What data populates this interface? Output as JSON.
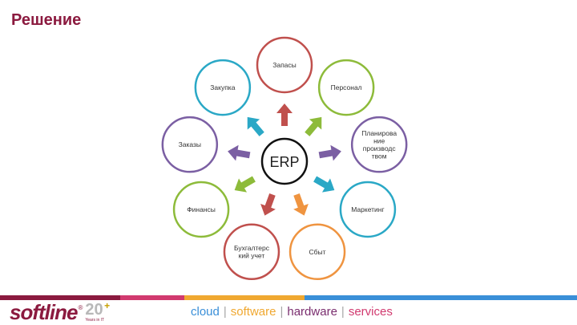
{
  "title": "Решение",
  "center": {
    "label": "ERP",
    "color": "#111111"
  },
  "nodes": [
    {
      "id": "zapasy",
      "lines": [
        "Запасы"
      ],
      "color": "#c0504d",
      "arrow_color": "#c0504d"
    },
    {
      "id": "personal",
      "lines": [
        "Персонал"
      ],
      "color": "#8dbb3a",
      "arrow_color": "#8dbb3a"
    },
    {
      "id": "planirovanie",
      "lines": [
        "Планирова",
        "ние",
        "производс",
        "твом"
      ],
      "color": "#7b5fa3",
      "arrow_color": "#7b5fa3"
    },
    {
      "id": "marketing",
      "lines": [
        "Маркетинг"
      ],
      "color": "#2aa8c6",
      "arrow_color": "#2aa8c6"
    },
    {
      "id": "sbyt",
      "lines": [
        "Сбыт"
      ],
      "color": "#ef9440",
      "arrow_color": "#ef9440"
    },
    {
      "id": "buhgalter",
      "lines": [
        "Бухгалтерс",
        "кий учет"
      ],
      "color": "#c0504d",
      "arrow_color": "#c0504d"
    },
    {
      "id": "finansy",
      "lines": [
        "Финансы"
      ],
      "color": "#8dbb3a",
      "arrow_color": "#8dbb3a"
    },
    {
      "id": "zakazy",
      "lines": [
        "Заказы"
      ],
      "color": "#7b5fa3",
      "arrow_color": "#7b5fa3"
    },
    {
      "id": "zakupka",
      "lines": [
        "Закупка"
      ],
      "color": "#2aa8c6",
      "arrow_color": "#2aa8c6"
    }
  ],
  "footer": {
    "band_colors": [
      "#8b1a3f",
      "#d13a6f",
      "#f0a830",
      "#3a8fd8",
      "#3a8fd8"
    ],
    "logo_word": "softline",
    "logo_mark": "®",
    "logo_number": "20",
    "logo_sub": "Years in IT",
    "logo_plus": "+",
    "tagline": [
      {
        "text": "cloud",
        "color": "#3a8fd8"
      },
      {
        "text": "software",
        "color": "#f0a830"
      },
      {
        "text": "hardware",
        "color": "#7a2d6e"
      },
      {
        "text": "services",
        "color": "#d13a6f"
      }
    ],
    "separator": "|"
  }
}
